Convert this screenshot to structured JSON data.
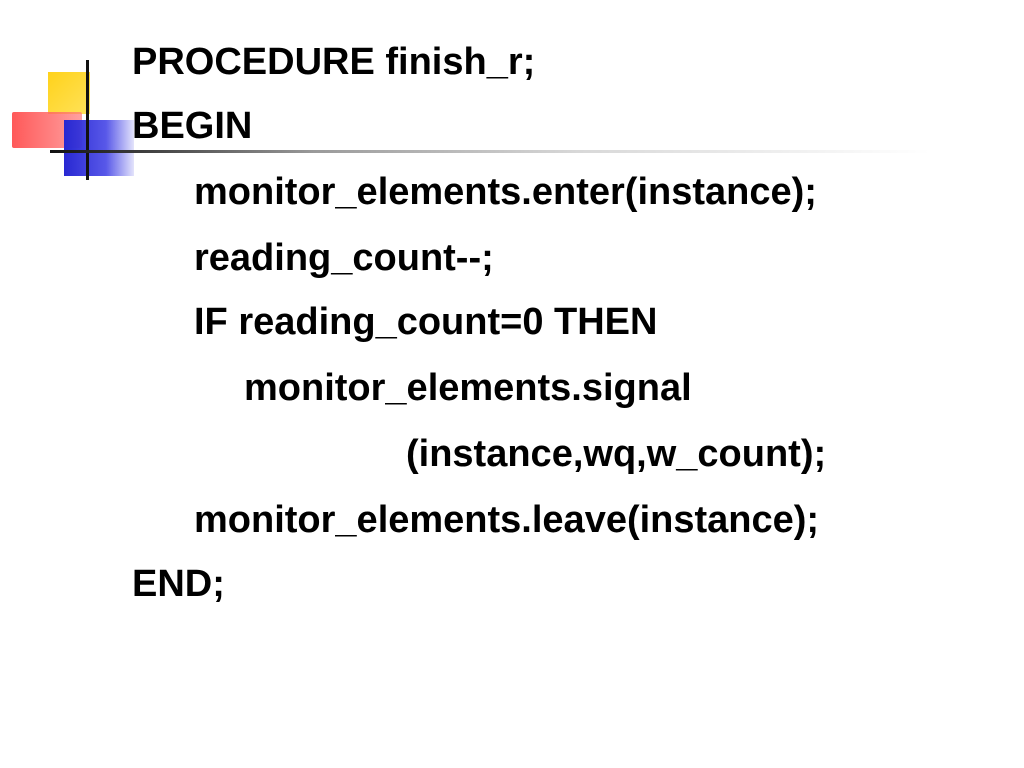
{
  "slide": {
    "decoration": {
      "colors": {
        "yellow": "#ffd21a",
        "red": "#ff5050",
        "blue": "#2828d2",
        "line": "#111111"
      }
    },
    "code_lines": [
      "PROCEDURE finish_r;",
      "BEGIN",
      "monitor_elements.enter(instance);",
      "reading_count--;",
      "IF reading_count=0 THEN",
      "monitor_elements.signal",
      "(instance,wq,w_count);",
      "monitor_elements.leave(instance);",
      "END;"
    ]
  }
}
